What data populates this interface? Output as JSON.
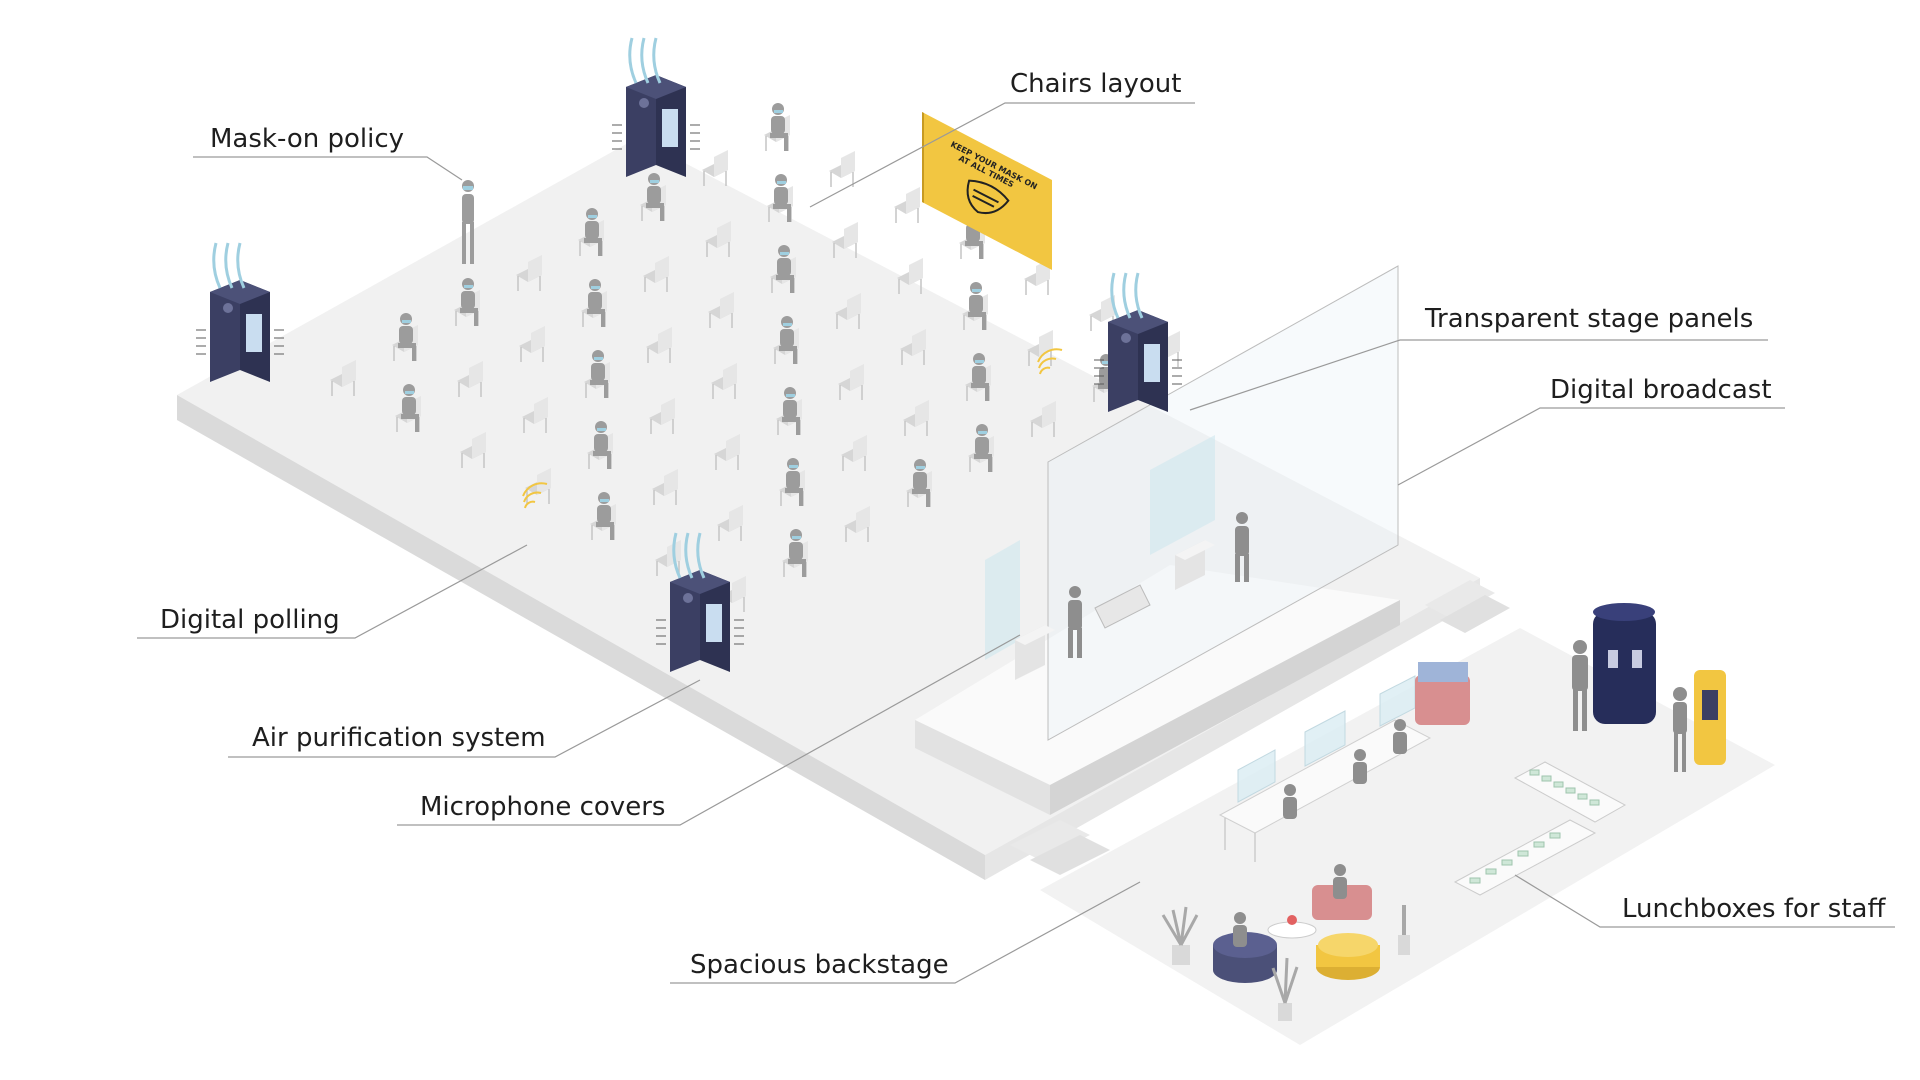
{
  "callouts": {
    "mask_on_policy": "Mask-on policy",
    "chairs_layout": "Chairs layout",
    "transparent_stage_panels": "Transparent stage panels",
    "digital_broadcast": "Digital broadcast",
    "digital_polling": "Digital polling",
    "air_purification_system": "Air purification system",
    "microphone_covers": "Microphone covers",
    "spacious_backstage": "Spacious backstage",
    "lunchboxes_for_staff": "Lunchboxes for staff"
  },
  "sign": {
    "line1": "KEEP YOUR MASK ON",
    "line2": "AT ALL TIMES"
  },
  "colors": {
    "floor_top": "#f1f1f1",
    "floor_side": "#dadada",
    "purifier": "#3b3f63",
    "sign": "#f2c641",
    "airflow": "#9fcfe0",
    "wifi": "#f2c641",
    "person": "#9c9c9c",
    "chair": "#d6d6d6",
    "backstage_yellow": "#f2c641",
    "backstage_pink": "#d88f90"
  },
  "icons": [
    "air-purifier-icon",
    "mask-sign-icon",
    "wifi-signal-icon",
    "person-icon",
    "chair-icon",
    "lectern-icon",
    "water-dispenser-icon",
    "plant-icon",
    "sofa-icon"
  ]
}
